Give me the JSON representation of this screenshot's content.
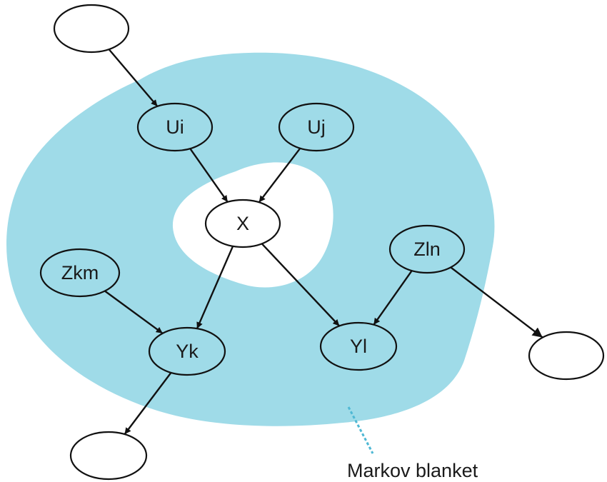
{
  "colors": {
    "blanket_fill": "#9fdbe8",
    "center_fill": "#ffffff",
    "node_stroke": "#111111",
    "edge_stroke": "#111111",
    "leader_stroke": "#4fb8d4"
  },
  "nodes": {
    "top_left_parent": {
      "label": ""
    },
    "ui": {
      "label": "Ui"
    },
    "uj": {
      "label": "Uj"
    },
    "x": {
      "label": "X"
    },
    "zkm": {
      "label": "Zkm"
    },
    "zln": {
      "label": "Zln"
    },
    "yk": {
      "label": "Yk"
    },
    "yl": {
      "label": "Yl"
    },
    "bottom_left_child": {
      "label": ""
    },
    "right_child": {
      "label": ""
    }
  },
  "edges": [
    {
      "from": "top_left_parent",
      "to": "ui"
    },
    {
      "from": "ui",
      "to": "x"
    },
    {
      "from": "uj",
      "to": "x"
    },
    {
      "from": "x",
      "to": "yk"
    },
    {
      "from": "x",
      "to": "yl"
    },
    {
      "from": "zkm",
      "to": "yk"
    },
    {
      "from": "zln",
      "to": "yl"
    },
    {
      "from": "zln",
      "to": "right_child"
    },
    {
      "from": "yk",
      "to": "bottom_left_child"
    }
  ],
  "caption": {
    "text": "Markov blanket"
  }
}
